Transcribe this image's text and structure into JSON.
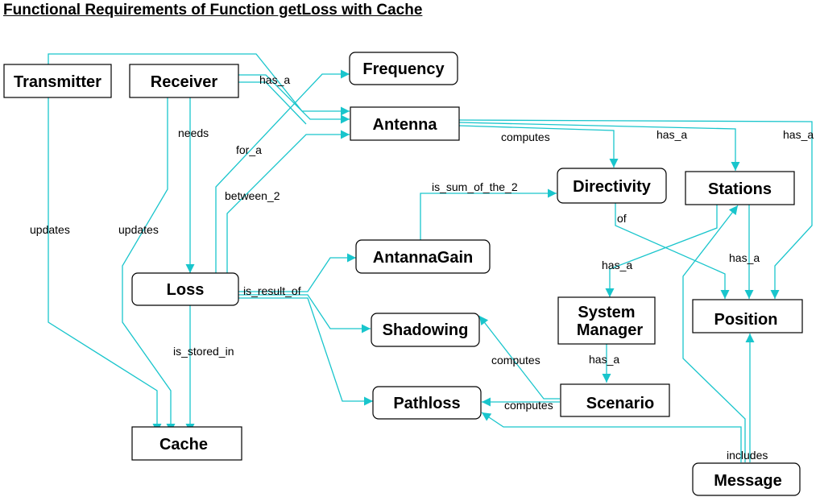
{
  "title": "Functional Requirements of Function getLoss with Cache",
  "colors": {
    "edge": "#19c5cc",
    "box_stroke": "#000000",
    "text": "#000000",
    "background": "#ffffff"
  },
  "nodes": {
    "transmitter": "Transmitter",
    "receiver": "Receiver",
    "frequency": "Frequency",
    "antenna": "Antenna",
    "directivity": "Directivity",
    "stations": "Stations",
    "antanna_gain": "AntannaGain",
    "loss": "Loss",
    "shadowing": "Shadowing",
    "system_manager_line1": "System",
    "system_manager_line2": "Manager",
    "position": "Position",
    "pathloss": "Pathloss",
    "scenario": "Scenario",
    "cache": "Cache",
    "message": "Message"
  },
  "edge_labels": {
    "has_a_receiver_antenna": "has_a",
    "needs": "needs",
    "for_a": "for_a",
    "between_2": "between_2",
    "computes_antenna_directivity": "computes",
    "has_a_antenna_stations": "has_a",
    "has_a_antenna_position": "has_a",
    "is_sum_of_the_2": "is_sum_of_the_2",
    "of": "of",
    "updates_transmitter": "updates",
    "updates_receiver": "updates",
    "is_result_of": "is_result_of",
    "has_a_stations_manager": "has_a",
    "has_a_stations_position": "has_a",
    "is_stored_in": "is_stored_in",
    "computes_scenario_shadowing": "computes",
    "has_a_manager_scenario": "has_a",
    "computes_scenario_pathloss": "computes",
    "includes": "includes"
  }
}
